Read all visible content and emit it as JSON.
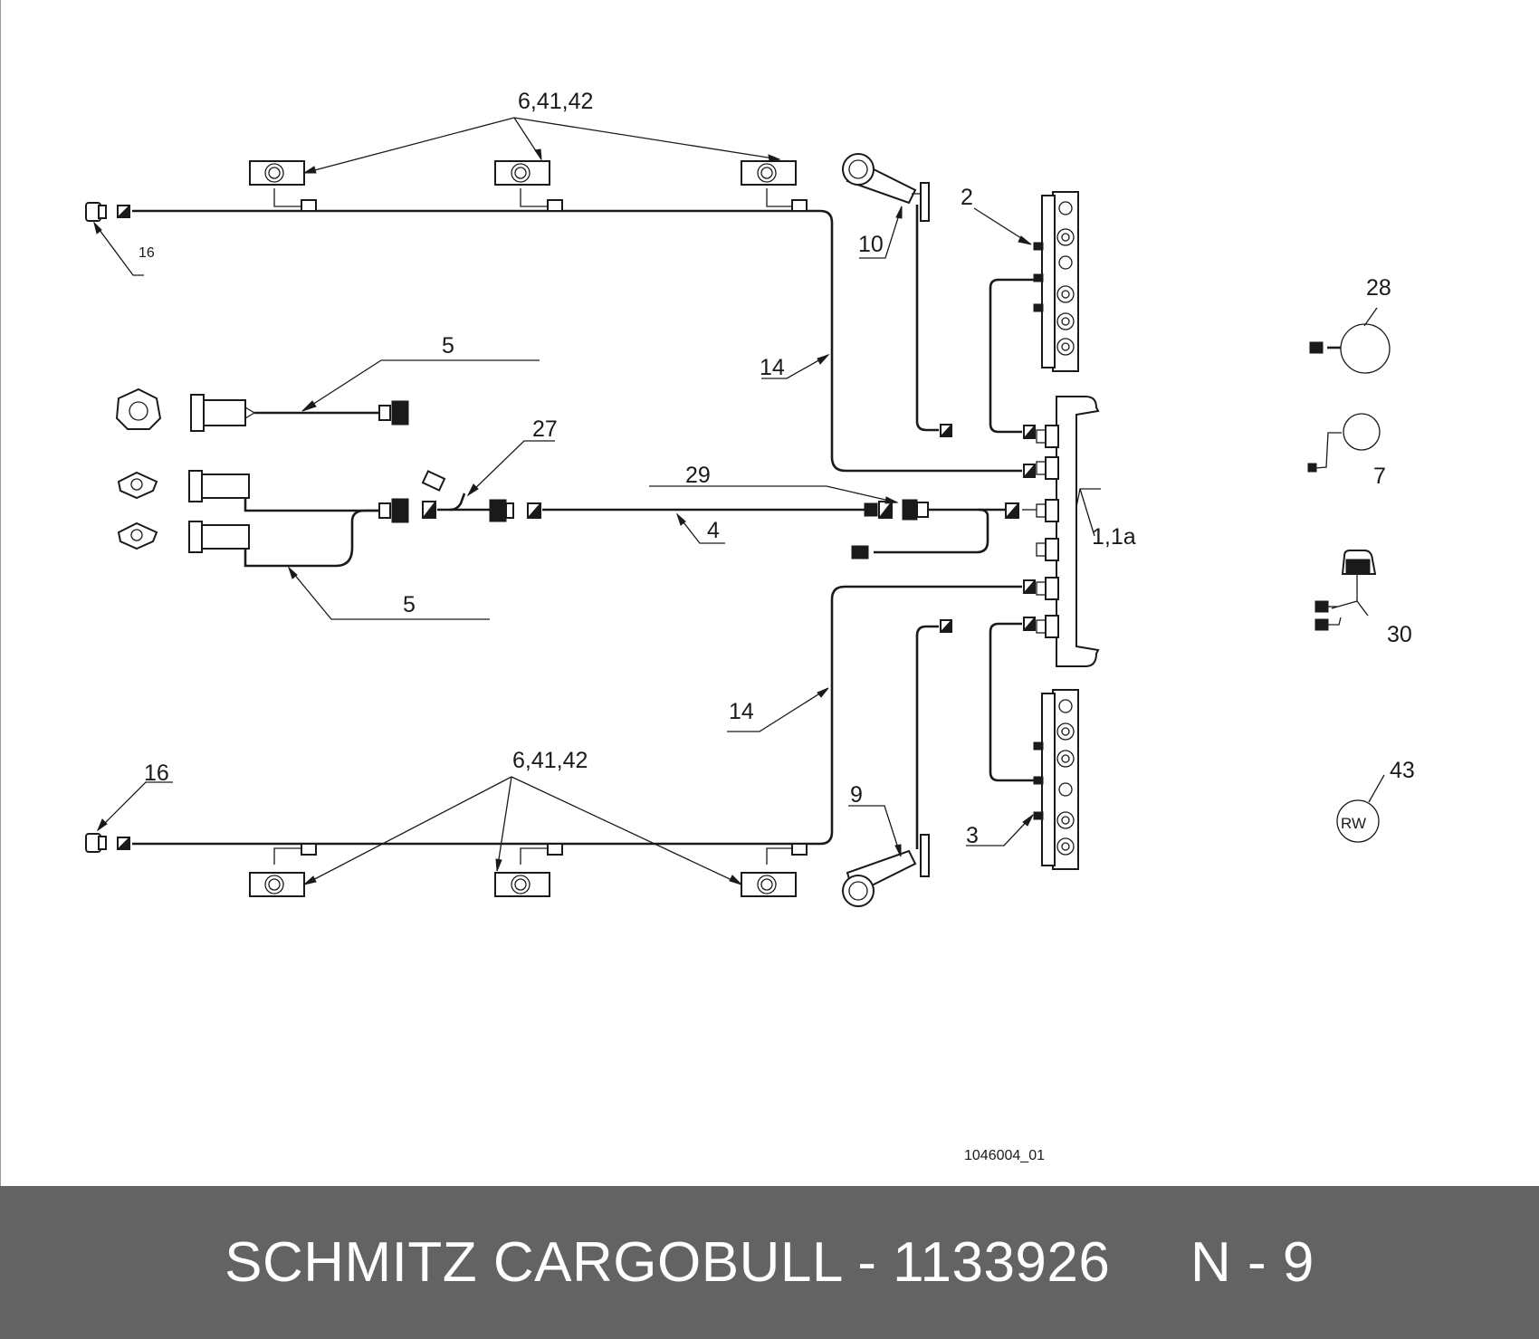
{
  "diagram": {
    "labels": {
      "l_6_41_42_top": "6,41,42",
      "l_16_top": "16",
      "l_10": "10",
      "l_2": "2",
      "l_28": "28",
      "l_5_top": "5",
      "l_14_top": "14",
      "l_27": "27",
      "l_7": "7",
      "l_29": "29",
      "l_1_1a": "1,1a",
      "l_4": "4",
      "l_30": "30",
      "l_5_bottom": "5",
      "l_14_bottom": "14",
      "l_6_41_42_bottom": "6,41,42",
      "l_16_bottom": "16",
      "l_43": "43",
      "l_9": "9",
      "l_3": "3",
      "l_rw": "RW"
    },
    "drawing_number": "1046004_01"
  },
  "footer": {
    "text": "SCHMITZ CARGOBULL - 1133926     N - 9",
    "background": "#636363",
    "text_color": "#ffffff"
  }
}
